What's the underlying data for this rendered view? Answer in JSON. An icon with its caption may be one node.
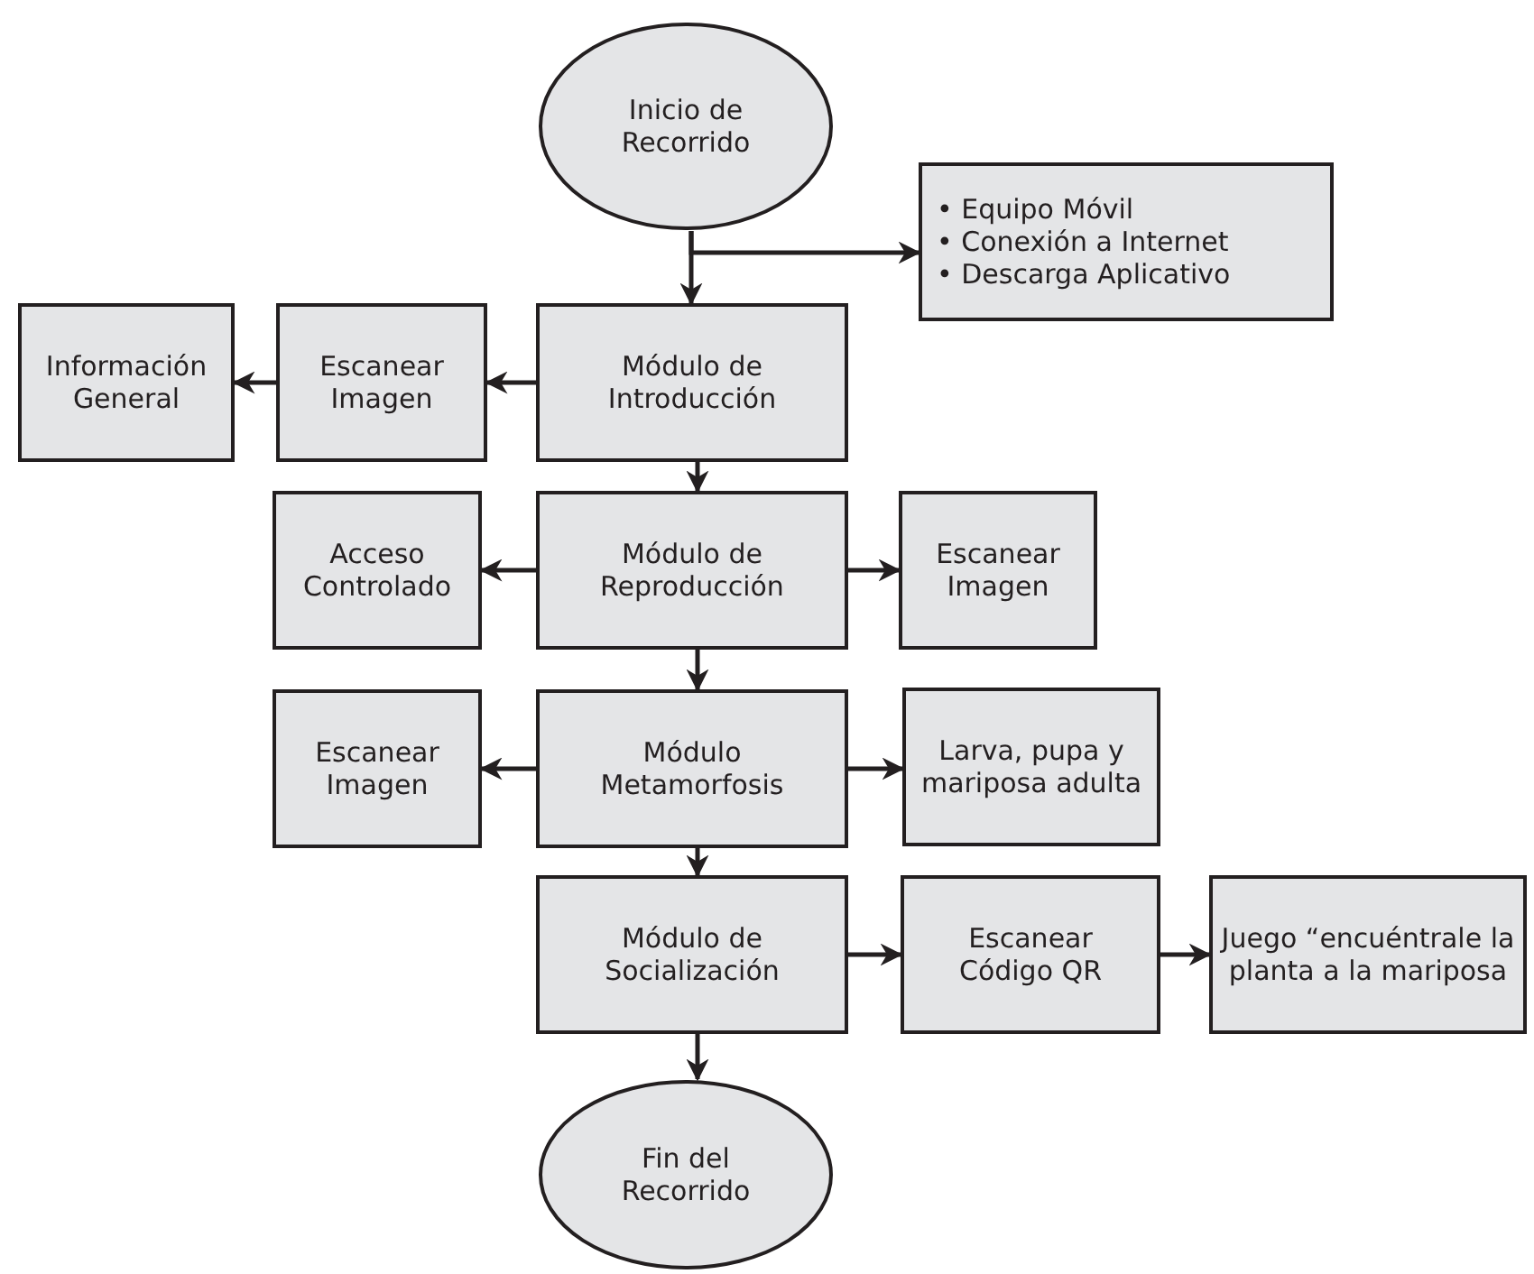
{
  "diagram": {
    "nodes": [
      {
        "text": [
          "Inicio de Recorrido"
        ]
      },
      {
        "text": [
          "• Equipo Móvil",
          "• Conexión a Internet",
          "• Descarga Aplicativo"
        ]
      },
      {
        "text": [
          "Módulo de Introducción"
        ]
      },
      {
        "text": [
          "Escanear Imagen"
        ]
      },
      {
        "text": [
          "Información General"
        ]
      },
      {
        "text": [
          "Módulo de Reproducción"
        ]
      },
      {
        "text": [
          "Acceso Controlado"
        ]
      },
      {
        "text": [
          "Escanear Imagen"
        ]
      },
      {
        "text": [
          "Módulo Metamorfosis"
        ]
      },
      {
        "text": [
          "Escanear Imagen"
        ]
      },
      {
        "text": [
          "Larva, pupa y mariposa adulta"
        ]
      },
      {
        "text": [
          "Módulo de Socialización"
        ]
      },
      {
        "text": [
          "Escanear Código QR"
        ]
      },
      {
        "text": [
          "Juego “encuéntrale la planta a la mariposa"
        ]
      },
      {
        "text": [
          "Fin del Recorrido"
        ]
      }
    ],
    "edges": [
      {
        "from": 0,
        "to": 2,
        "arrow": "to"
      },
      {
        "from": 0,
        "to": 1,
        "arrow": "to"
      },
      {
        "from": 2,
        "to": 3,
        "arrow": "to"
      },
      {
        "from": 3,
        "to": 4,
        "arrow": "to"
      },
      {
        "from": 2,
        "to": 5,
        "arrow": "to"
      },
      {
        "from": 5,
        "to": 6,
        "arrow": "to"
      },
      {
        "from": 5,
        "to": 7,
        "arrow": "to"
      },
      {
        "from": 5,
        "to": 8,
        "arrow": "to"
      },
      {
        "from": 8,
        "to": 9,
        "arrow": "to"
      },
      {
        "from": 8,
        "to": 10,
        "arrow": "to"
      },
      {
        "from": 8,
        "to": 11,
        "arrow": "to"
      },
      {
        "from": 11,
        "to": 12,
        "arrow": "to"
      },
      {
        "from": 12,
        "to": 13,
        "arrow": "to"
      },
      {
        "from": 11,
        "to": 14,
        "arrow": "to"
      }
    ]
  }
}
